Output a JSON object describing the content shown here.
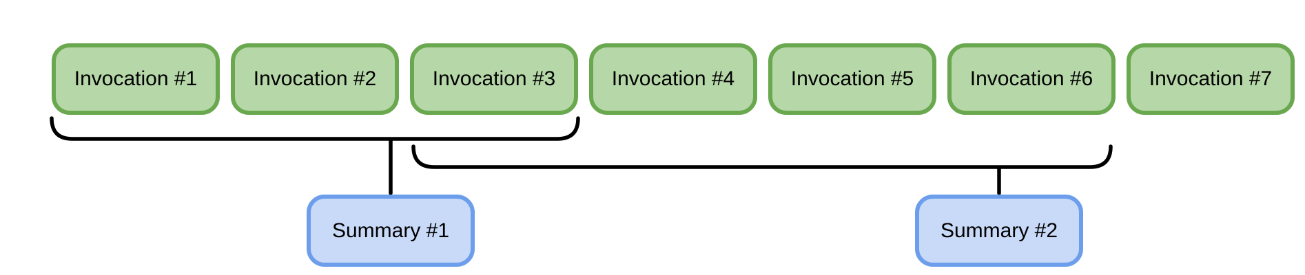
{
  "diagram": {
    "invocations": [
      "Invocation #1",
      "Invocation #2",
      "Invocation #3",
      "Invocation #4",
      "Invocation #5",
      "Invocation #6",
      "Invocation #7"
    ],
    "summaries": [
      {
        "label": "Summary #1",
        "groups": [
          "Invocation #1",
          "Invocation #2",
          "Invocation #3"
        ]
      },
      {
        "label": "Summary #2",
        "groups": [
          "Invocation #3",
          "Invocation #4",
          "Invocation #5",
          "Invocation #6"
        ]
      }
    ],
    "colors": {
      "invocation_fill": "#b6d7a8",
      "invocation_border": "#6aa84f",
      "summary_fill": "#c9daf8",
      "summary_border": "#6d9eeb",
      "connector": "#000000",
      "text": "#000000",
      "background": "#ffffff"
    }
  }
}
